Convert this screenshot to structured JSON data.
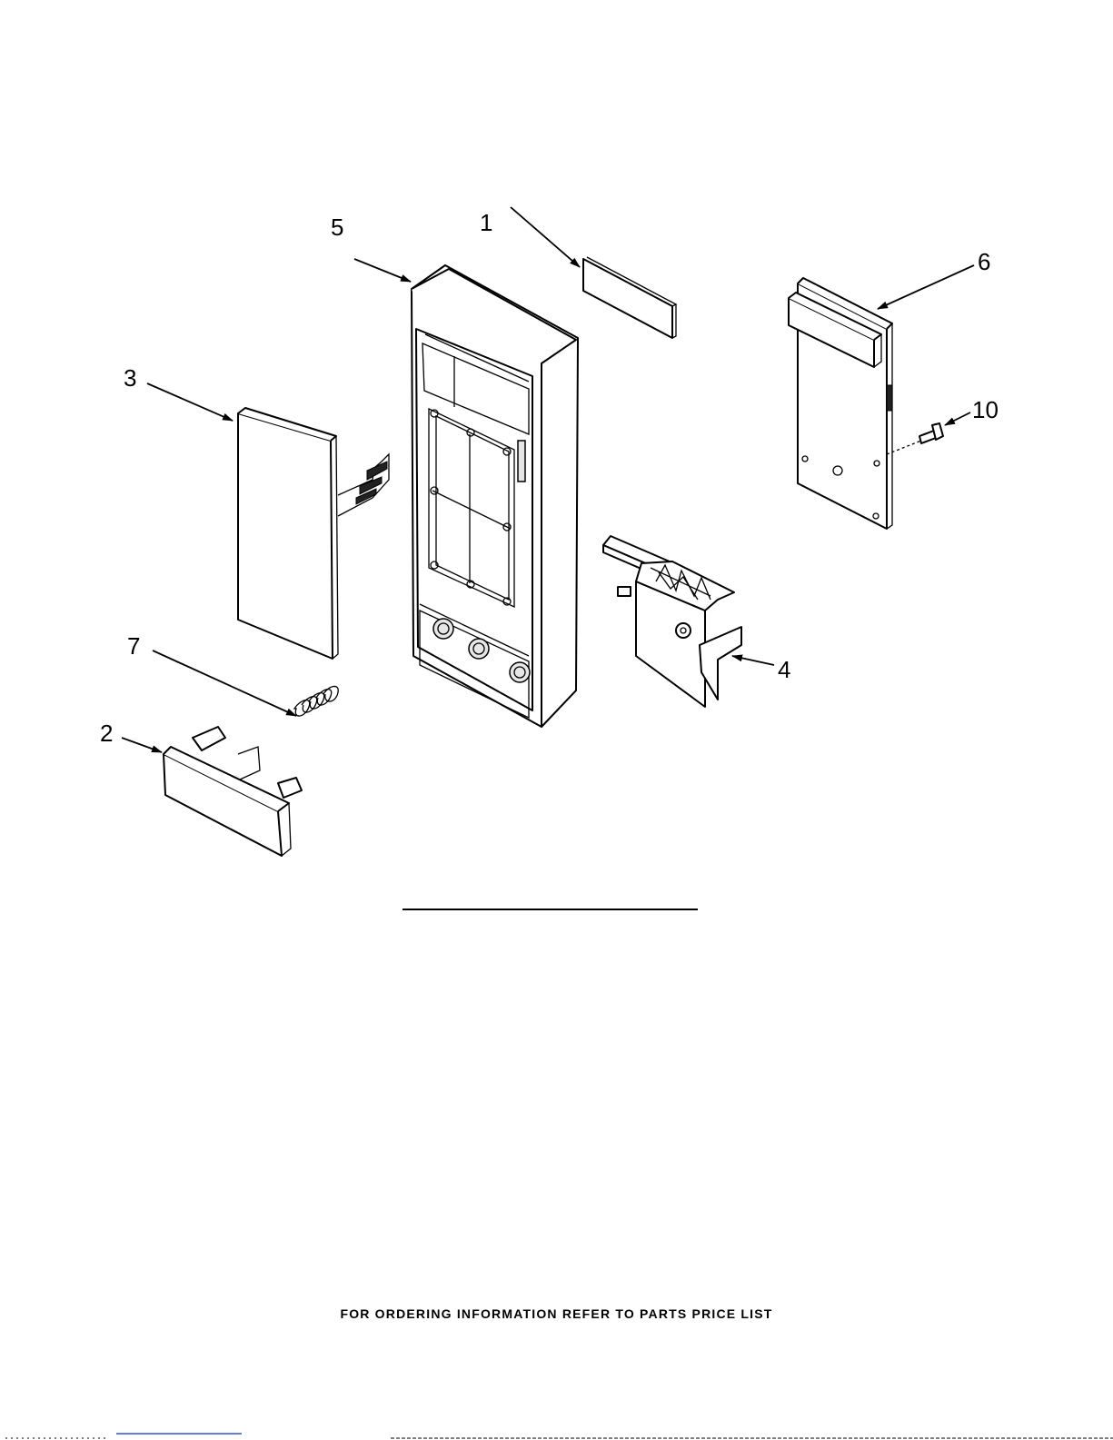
{
  "callouts": {
    "c1": "1",
    "c2": "2",
    "c3": "3",
    "c4": "4",
    "c5": "5",
    "c6": "6",
    "c7": "7",
    "c10": "10"
  },
  "footer": {
    "note": "FOR ORDERING INFORMATION REFER TO PARTS PRICE LIST"
  }
}
